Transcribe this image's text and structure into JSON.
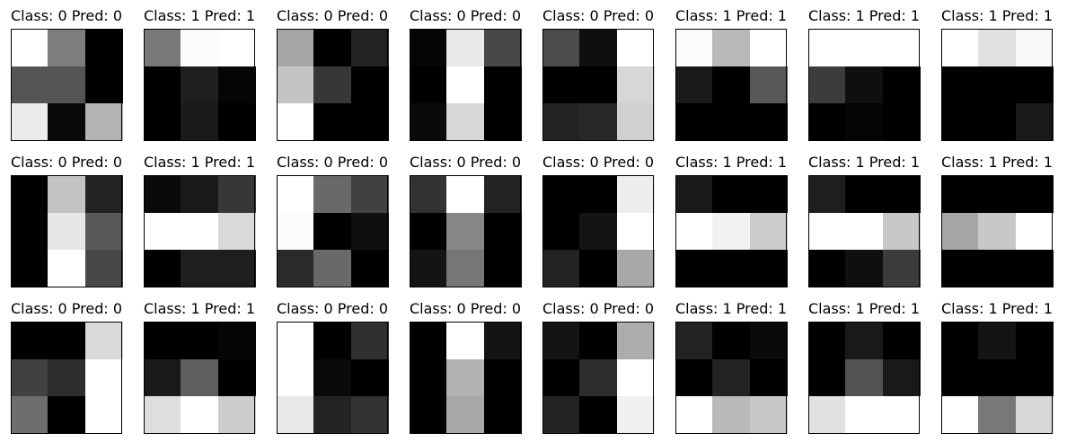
{
  "chart_data": {
    "type": "heatmap",
    "layout": {
      "rows": 3,
      "cols": 8
    },
    "colormap": "gray",
    "value_range": [
      0,
      255
    ],
    "title_template": "Class: {class} Pred: {pred}",
    "panels": [
      {
        "class": 0,
        "pred": 0,
        "title": "Class: 0 Pred: 0",
        "pixels": [
          [
            255,
            125,
            0
          ],
          [
            85,
            85,
            0
          ],
          [
            235,
            10,
            180
          ]
        ]
      },
      {
        "class": 1,
        "pred": 1,
        "title": "Class: 1 Pred: 1",
        "pixels": [
          [
            120,
            252,
            255
          ],
          [
            0,
            30,
            5
          ],
          [
            0,
            25,
            0
          ]
        ]
      },
      {
        "class": 0,
        "pred": 0,
        "title": "Class: 0 Pred: 0",
        "pixels": [
          [
            165,
            0,
            35
          ],
          [
            195,
            55,
            0
          ],
          [
            255,
            0,
            0
          ]
        ]
      },
      {
        "class": 0,
        "pred": 0,
        "title": "Class: 0 Pred: 0",
        "pixels": [
          [
            5,
            232,
            72
          ],
          [
            0,
            255,
            0
          ],
          [
            10,
            215,
            0
          ]
        ]
      },
      {
        "class": 0,
        "pred": 0,
        "title": "Class: 0 Pred: 0",
        "pixels": [
          [
            75,
            15,
            255
          ],
          [
            0,
            0,
            215
          ],
          [
            35,
            40,
            208
          ]
        ]
      },
      {
        "class": 1,
        "pred": 1,
        "title": "Class: 1 Pred: 1",
        "pixels": [
          [
            252,
            185,
            255
          ],
          [
            25,
            0,
            88
          ],
          [
            0,
            0,
            0
          ]
        ]
      },
      {
        "class": 1,
        "pred": 1,
        "title": "Class: 1 Pred: 1",
        "pixels": [
          [
            255,
            255,
            255
          ],
          [
            60,
            15,
            0
          ],
          [
            0,
            5,
            0
          ]
        ]
      },
      {
        "class": 1,
        "pred": 1,
        "title": "Class: 1 Pred: 1",
        "pixels": [
          [
            255,
            225,
            248
          ],
          [
            0,
            0,
            0
          ],
          [
            0,
            0,
            25
          ]
        ]
      },
      {
        "class": 0,
        "pred": 0,
        "title": "Class: 0 Pred: 0",
        "pixels": [
          [
            0,
            195,
            35
          ],
          [
            0,
            230,
            88
          ],
          [
            0,
            255,
            72
          ]
        ]
      },
      {
        "class": 1,
        "pred": 1,
        "title": "Class: 1 Pred: 1",
        "pixels": [
          [
            10,
            25,
            55
          ],
          [
            255,
            255,
            218
          ],
          [
            0,
            30,
            30
          ]
        ]
      },
      {
        "class": 0,
        "pred": 0,
        "title": "Class: 0 Pred: 0",
        "pixels": [
          [
            255,
            105,
            65
          ],
          [
            252,
            0,
            15
          ],
          [
            42,
            105,
            0
          ]
        ]
      },
      {
        "class": 0,
        "pred": 0,
        "title": "Class: 0 Pred: 0",
        "pixels": [
          [
            50,
            255,
            35
          ],
          [
            0,
            135,
            0
          ],
          [
            20,
            118,
            0
          ]
        ]
      },
      {
        "class": 0,
        "pred": 0,
        "title": "Class: 0 Pred: 0",
        "pixels": [
          [
            0,
            0,
            238
          ],
          [
            0,
            20,
            255
          ],
          [
            35,
            0,
            168
          ]
        ]
      },
      {
        "class": 1,
        "pred": 1,
        "title": "Class: 1 Pred: 1",
        "pixels": [
          [
            25,
            0,
            0
          ],
          [
            255,
            242,
            205
          ],
          [
            0,
            0,
            0
          ]
        ]
      },
      {
        "class": 1,
        "pred": 1,
        "title": "Class: 1 Pred: 1",
        "pixels": [
          [
            30,
            0,
            0
          ],
          [
            255,
            255,
            200
          ],
          [
            0,
            15,
            60
          ]
        ]
      },
      {
        "class": 1,
        "pred": 1,
        "title": "Class: 1 Pred: 1",
        "pixels": [
          [
            0,
            0,
            0
          ],
          [
            165,
            200,
            255
          ],
          [
            0,
            0,
            0
          ]
        ]
      },
      {
        "class": 0,
        "pred": 0,
        "title": "Class: 0 Pred: 0",
        "pixels": [
          [
            0,
            0,
            218
          ],
          [
            65,
            45,
            255
          ],
          [
            110,
            0,
            255
          ]
        ]
      },
      {
        "class": 1,
        "pred": 1,
        "title": "Class: 1 Pred: 1",
        "pixels": [
          [
            0,
            0,
            5
          ],
          [
            25,
            95,
            0
          ],
          [
            222,
            255,
            205
          ]
        ]
      },
      {
        "class": 0,
        "pred": 0,
        "title": "Class: 0 Pred: 0",
        "pixels": [
          [
            255,
            0,
            48
          ],
          [
            255,
            10,
            0
          ],
          [
            232,
            35,
            50
          ]
        ]
      },
      {
        "class": 0,
        "pred": 0,
        "title": "Class: 0 Pred: 0",
        "pixels": [
          [
            0,
            255,
            20
          ],
          [
            0,
            178,
            0
          ],
          [
            0,
            168,
            0
          ]
        ]
      },
      {
        "class": 0,
        "pred": 0,
        "title": "Class: 0 Pred: 0",
        "pixels": [
          [
            20,
            0,
            172
          ],
          [
            0,
            45,
            255
          ],
          [
            35,
            0,
            240
          ]
        ]
      },
      {
        "class": 1,
        "pred": 1,
        "title": "Class: 1 Pred: 1",
        "pixels": [
          [
            35,
            0,
            10
          ],
          [
            0,
            35,
            0
          ],
          [
            255,
            185,
            200
          ]
        ]
      },
      {
        "class": 1,
        "pred": 1,
        "title": "Class: 1 Pred: 1",
        "pixels": [
          [
            0,
            25,
            0
          ],
          [
            0,
            82,
            25
          ],
          [
            225,
            255,
            255
          ]
        ]
      },
      {
        "class": 1,
        "pred": 1,
        "title": "Class: 1 Pred: 1",
        "pixels": [
          [
            0,
            20,
            0
          ],
          [
            0,
            0,
            0
          ],
          [
            255,
            120,
            215
          ]
        ]
      }
    ]
  }
}
